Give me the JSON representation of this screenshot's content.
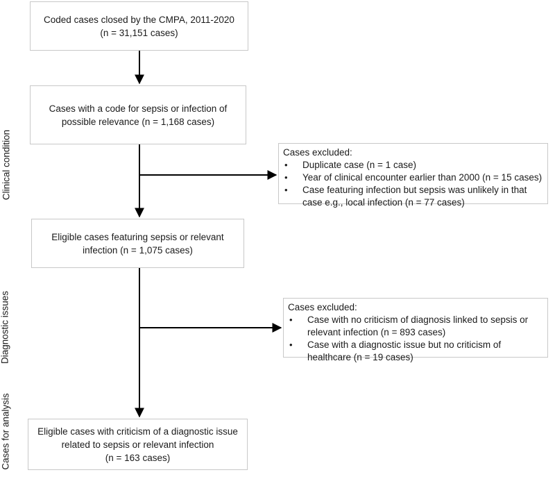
{
  "boxes": {
    "coded": {
      "line1": "Coded cases closed by the CMPA, 2011-2020",
      "line2": "(n = 31,151 cases)"
    },
    "sepsis_codes": {
      "line1": "Cases with a code for sepsis or infection of",
      "line2": "possible relevance (n = 1,168 cases)"
    },
    "eligible": {
      "line1": "Eligible cases featuring sepsis or relevant",
      "line2": "infection (n = 1,075 cases)"
    },
    "final": {
      "line1": "Eligible cases with criticism of a diagnostic issue",
      "line2": "related to sepsis or relevant infection",
      "line3": "(n = 163 cases)"
    }
  },
  "exclusions": [
    {
      "title": "Cases excluded:",
      "items": [
        "Duplicate case (n = 1 case)",
        "Year of clinical encounter earlier than 2000 (n = 15 cases)",
        "Case featuring infection but sepsis was unlikely in that case e.g., local infection (n = 77 cases)"
      ]
    },
    {
      "title": "Cases excluded:",
      "items": [
        "Case with no criticism of diagnosis linked to sepsis or relevant infection (n = 893 cases)",
        "Case with a diagnostic issue but no criticism of healthcare (n = 19 cases)"
      ]
    }
  ],
  "side_labels": {
    "clinical": "Clinical condition",
    "diagnostic": "Diagnostic issues",
    "analysis": "Cases for analysis"
  }
}
